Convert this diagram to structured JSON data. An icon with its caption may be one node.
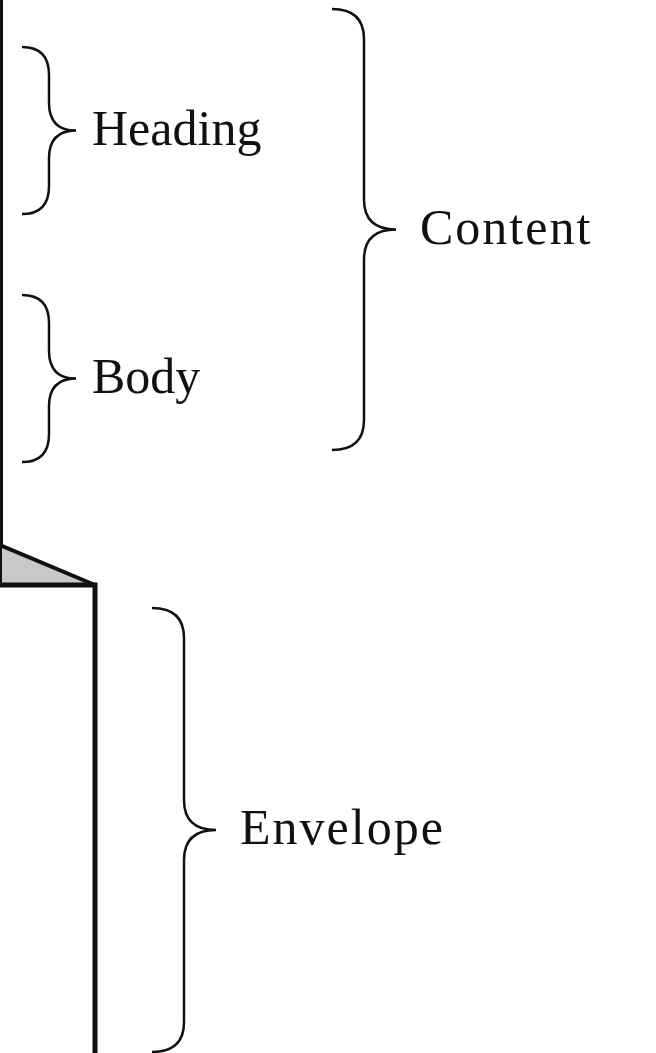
{
  "diagram": {
    "labels": [
      "Heading",
      "Body",
      "Content",
      "Envelope"
    ]
  }
}
